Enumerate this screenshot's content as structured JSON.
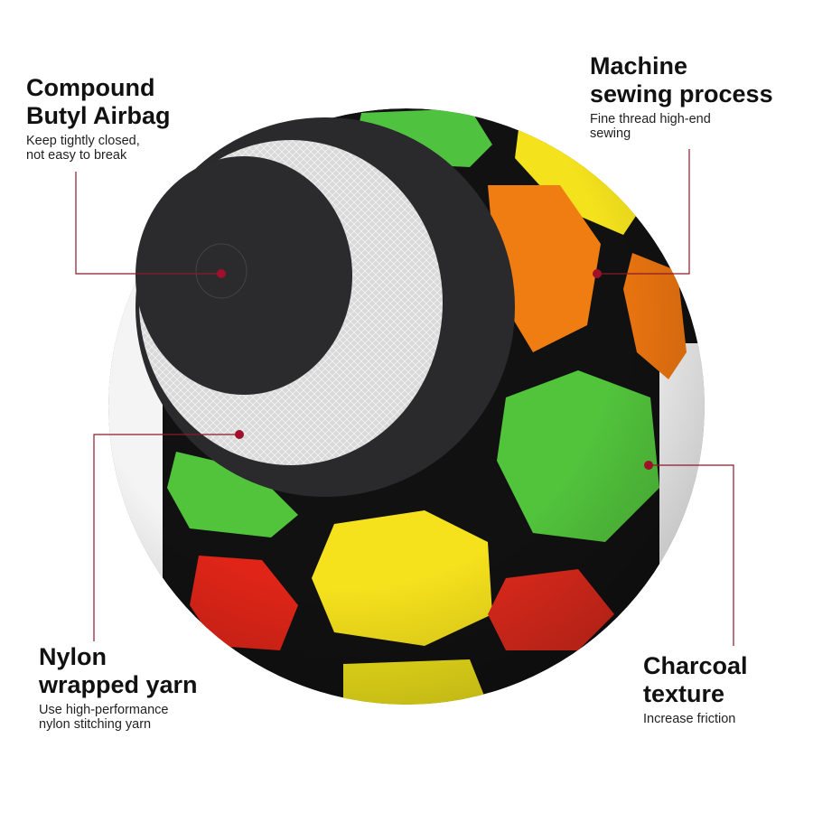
{
  "callouts": {
    "airbag": {
      "title_line1": "Compound",
      "title_line2": "Butyl Airbag",
      "desc_line1": "Keep tightly closed,",
      "desc_line2": "not easy to break"
    },
    "sewing": {
      "title_line1": "Machine",
      "title_line2": "sewing process",
      "desc_line1": "Fine thread high-end",
      "desc_line2": "sewing"
    },
    "nylon": {
      "title_line1": "Nylon",
      "title_line2": "wrapped yarn",
      "desc_line1": "Use high-performance",
      "desc_line2": "nylon stitching yarn"
    },
    "charcoal": {
      "title_line1": "Charcoal",
      "title_line2": "texture",
      "desc_line1": "Increase friction"
    }
  },
  "colors": {
    "leader": "#8b1a2b",
    "dot": "#a0102a",
    "panel_black": "#141414"
  }
}
